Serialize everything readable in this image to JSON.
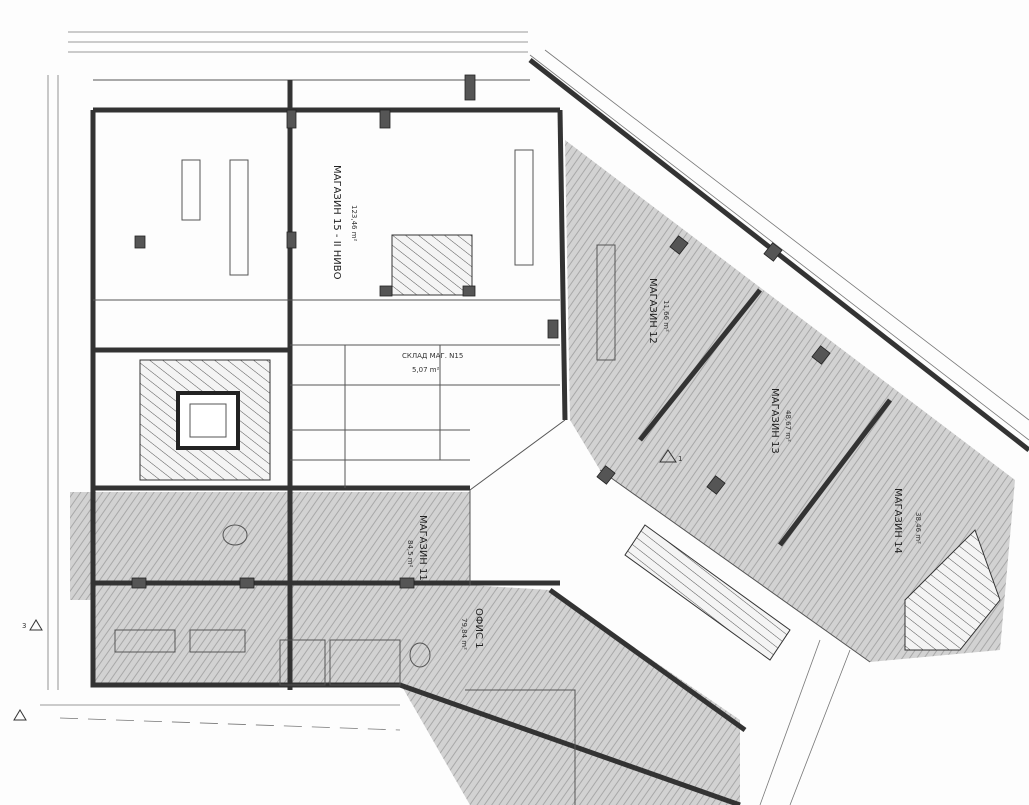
{
  "rooms": {
    "shop15": {
      "name": "МАГАЗИН 15 - II НИВО",
      "area": "123,46 m²"
    },
    "shop12": {
      "name": "МАГАЗИН 12",
      "area": "11,66 m²"
    },
    "shop13": {
      "name": "МАГАЗИН 13",
      "area": "48,67 m²"
    },
    "shop14": {
      "name": "МАГАЗИН 14",
      "area": "38,46 m²"
    },
    "shop11": {
      "name": "МАГАЗИН 11",
      "area": "84,5 m²"
    },
    "office1": {
      "name": "ОФИС 1",
      "area": "79,84 m²"
    },
    "storage": {
      "name": "СКЛАД МАГ. N15",
      "area": "5,07 m²"
    }
  },
  "axis_markers": [
    "1",
    "3"
  ],
  "colors": {
    "hatch": "#b8b8b8",
    "wall": "#333333",
    "paper": "#fdfdfd"
  }
}
